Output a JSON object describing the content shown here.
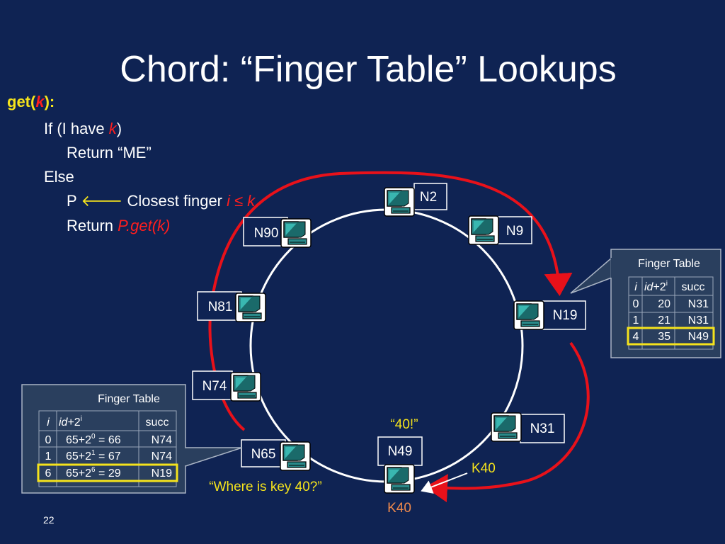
{
  "title": "Chord: “Finger Table” Lookups",
  "code": {
    "get_prefix": "get(",
    "get_k": "k",
    "get_suffix": "):",
    "line1_a": "If (I have ",
    "line1_k": "k",
    "line1_b": ")",
    "line2": "Return “ME”",
    "line3": "Else",
    "line4_p": "P ",
    "line4_arrow": "🡐",
    "line4_a": " Closest finger ",
    "line4_i": "i ≤ k",
    "line5_a": "Return ",
    "line5_b": "P.get(k)"
  },
  "nodes": {
    "n2": "N2",
    "n9": "N9",
    "n19": "N19",
    "n31": "N31",
    "n49": "N49",
    "n65": "N65",
    "n74": "N74",
    "n81": "N81",
    "n90": "N90"
  },
  "labels": {
    "where": "“Where is key 40?”",
    "forty": "“40!”",
    "k40_right": "K40",
    "k40_bottom": "K40"
  },
  "finger_table_right": {
    "title": "Finger Table",
    "headers": {
      "i": "i",
      "id": "id",
      "plus": "+2",
      "sup": "i",
      "succ": "succ"
    },
    "rows": [
      {
        "i": "0",
        "id": "20",
        "succ": "N31"
      },
      {
        "i": "1",
        "id": "21",
        "succ": "N31"
      },
      {
        "i": "4",
        "id": "35",
        "succ": "N49"
      }
    ]
  },
  "finger_table_left": {
    "title": "Finger Table",
    "headers": {
      "i": "i",
      "id": "id",
      "plus": "+2",
      "sup": "i",
      "succ": "succ"
    },
    "rows": [
      {
        "i": "0",
        "base": "65+2",
        "exp": "0",
        "rest": " = 66",
        "succ": "N74"
      },
      {
        "i": "1",
        "base": "65+2",
        "exp": "1",
        "rest": " = 67",
        "succ": "N74"
      },
      {
        "i": "6",
        "base": "65+2",
        "exp": "6",
        "rest": " = 29",
        "succ": "N19"
      }
    ]
  },
  "slide_number": "22",
  "colors": {
    "background": "#0f2353",
    "arrow": "#e8111a",
    "highlight": "#f5e31c",
    "k40_bottom": "#f08a4b"
  }
}
